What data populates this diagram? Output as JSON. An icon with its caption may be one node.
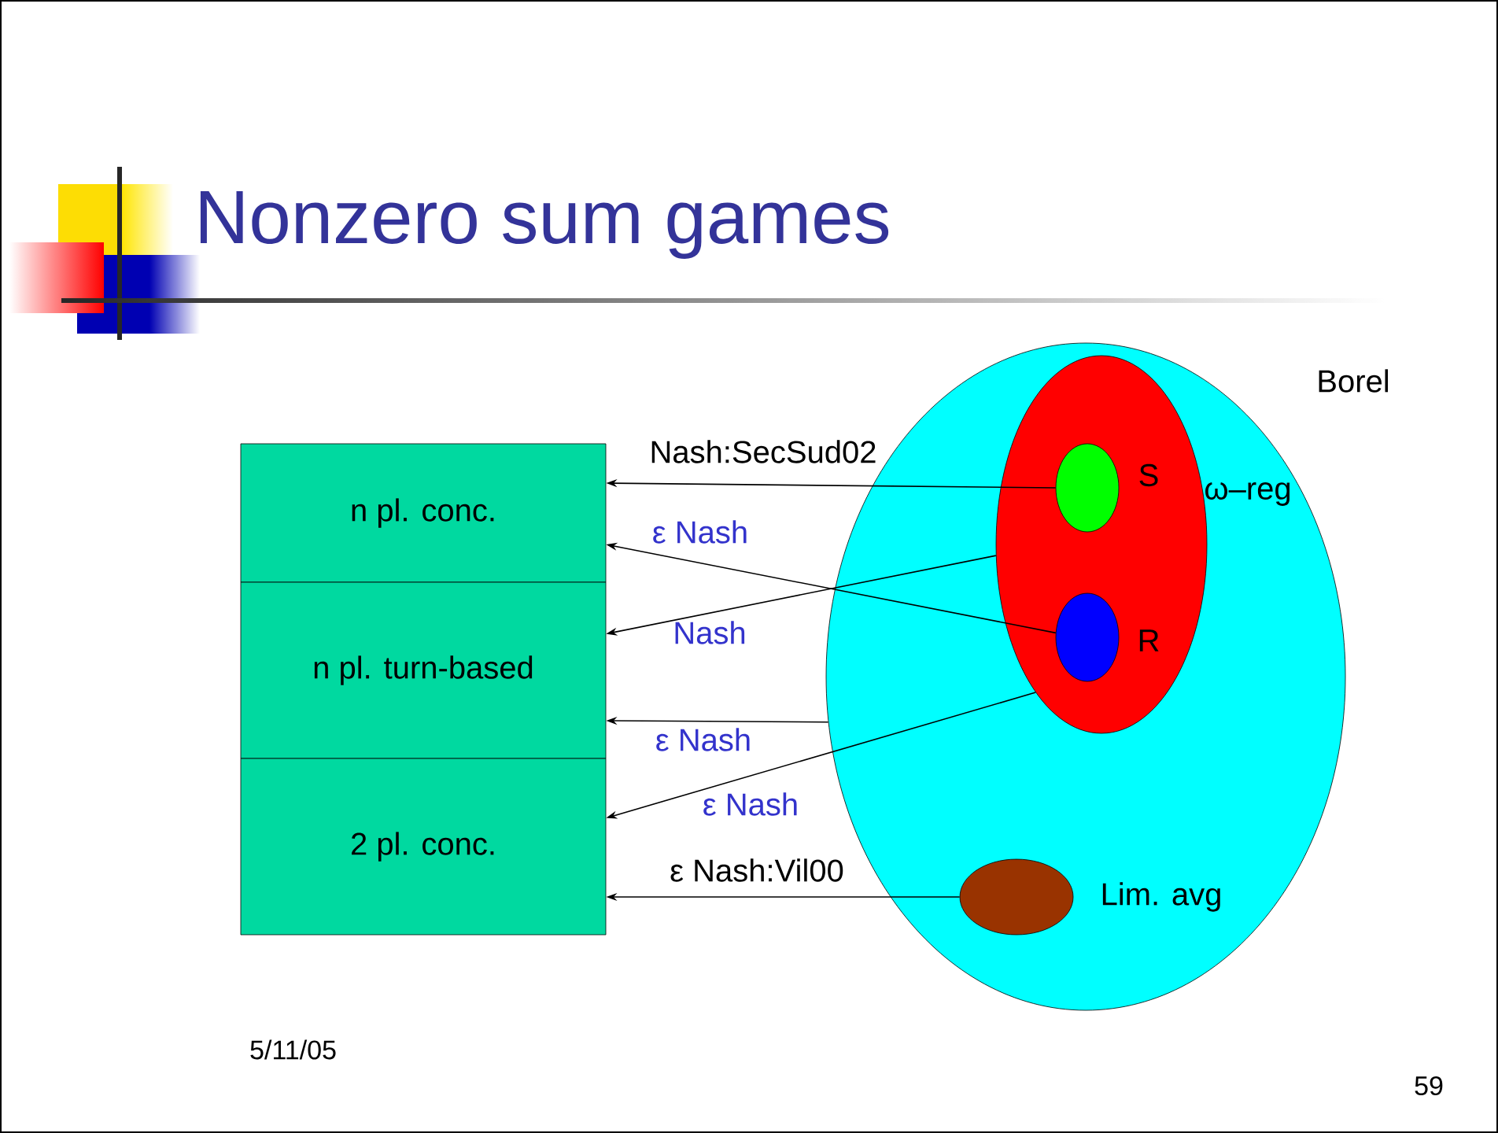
{
  "diagram": {
    "title": "Nonzero sum games",
    "nodes": [
      {
        "text": [
          "n pl. conc."
        ]
      },
      {
        "text": [
          "n pl. turn-based"
        ]
      },
      {
        "text": [
          "2 pl. conc."
        ]
      },
      {
        "text": [
          "Borel"
        ]
      },
      {
        "text": [
          "ω–reg"
        ],
        "in": 3
      },
      {
        "text": [
          "S"
        ],
        "in": 4
      },
      {
        "text": [
          "R"
        ],
        "in": 4
      },
      {
        "text": [
          "Lim. avg"
        ],
        "in": 3
      }
    ],
    "edges": [
      {
        "from": 5,
        "to": 0,
        "arrow": "to",
        "label": "Nash:SecSud02"
      },
      {
        "from": 6,
        "to": 0,
        "arrow": "to",
        "label": "ε Nash"
      },
      {
        "from": 4,
        "to": 1,
        "arrow": "to",
        "label": "Nash"
      },
      {
        "from": 3,
        "to": 1,
        "arrow": "to",
        "label": "ε Nash"
      },
      {
        "from": 4,
        "to": 2,
        "arrow": "to",
        "label": "ε Nash"
      },
      {
        "from": 7,
        "to": 2,
        "arrow": "to",
        "label": "ε Nash:Vil00"
      }
    ],
    "labels": [
      "5/11/05",
      "59"
    ]
  }
}
